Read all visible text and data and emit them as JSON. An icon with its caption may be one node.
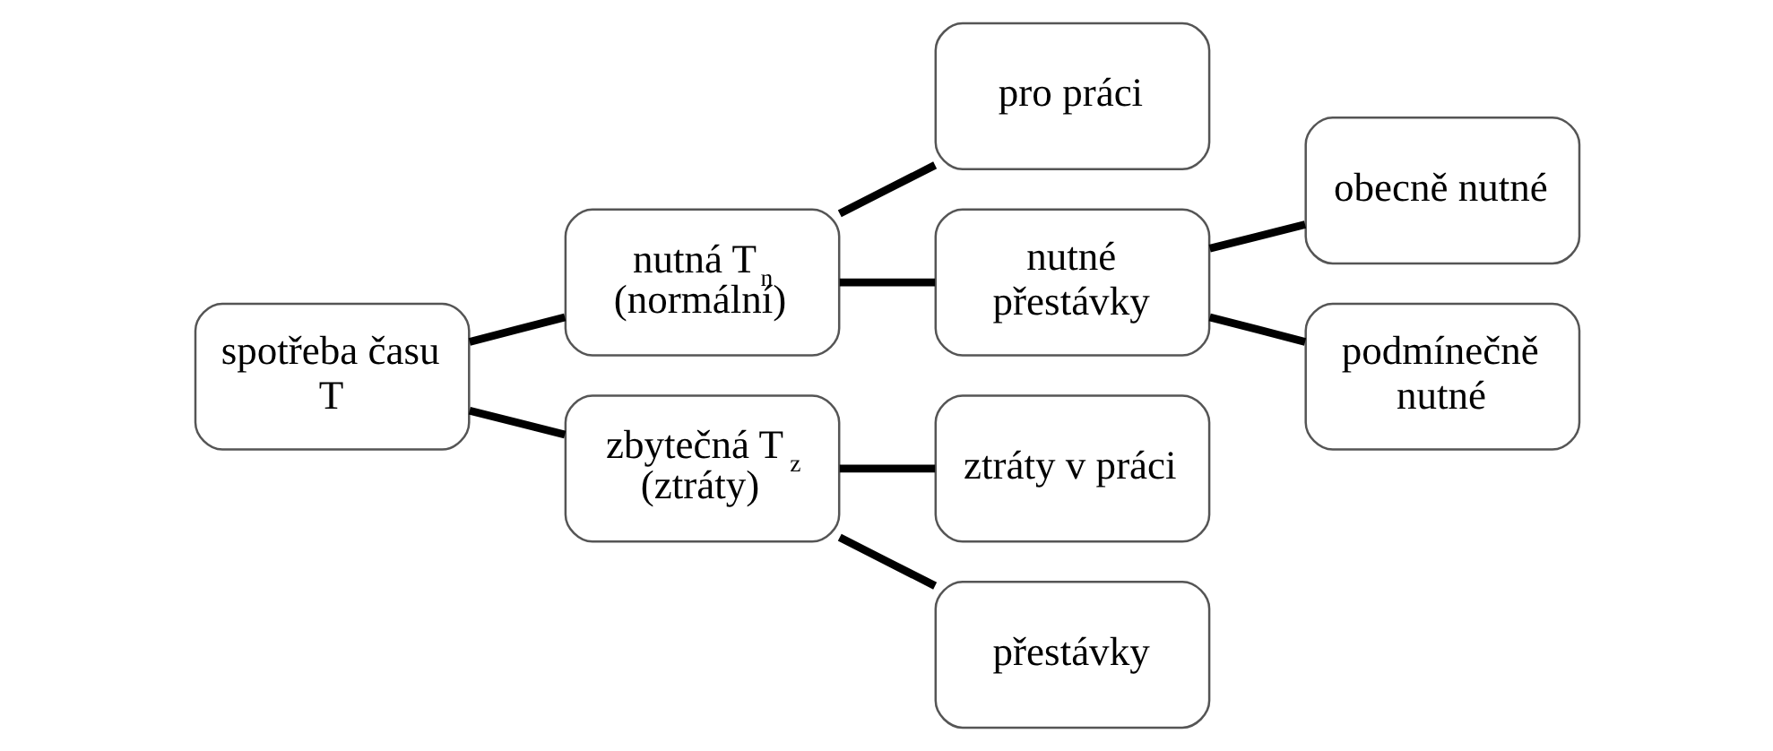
{
  "diagram": {
    "nodes": [
      {
        "text": [
          "spotřeba času T"
        ]
      },
      {
        "text": [
          "nutná T$_{n}$ (normální)"
        ]
      },
      {
        "text": [
          "zbytečná T$_{z}$ (ztráty)"
        ]
      },
      {
        "text": [
          "pro práci"
        ]
      },
      {
        "text": [
          "nutné přestávky"
        ]
      },
      {
        "text": [
          "ztráty v práci"
        ]
      },
      {
        "text": [
          "přestávky"
        ]
      },
      {
        "text": [
          "obecně nutné"
        ]
      },
      {
        "text": [
          "podmínečně nutné"
        ]
      }
    ],
    "edges": [
      {
        "from": 0,
        "to": 1,
        "arrow": "none"
      },
      {
        "from": 0,
        "to": 2,
        "arrow": "none"
      },
      {
        "from": 1,
        "to": 3,
        "arrow": "none"
      },
      {
        "from": 1,
        "to": 4,
        "arrow": "none"
      },
      {
        "from": 4,
        "to": 7,
        "arrow": "none"
      },
      {
        "from": 4,
        "to": 8,
        "arrow": "none"
      },
      {
        "from": 2,
        "to": 5,
        "arrow": "none"
      },
      {
        "from": 2,
        "to": 6,
        "arrow": "none"
      }
    ]
  }
}
